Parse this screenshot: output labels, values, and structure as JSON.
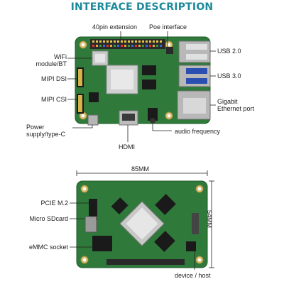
{
  "title": "INTERFACE DESCRIPTION",
  "top_board": {
    "labels": {
      "pin40": "40pin extension",
      "poe": "Poe interface",
      "wifi_1": "WiFi",
      "wifi_2": "module/BT",
      "mipi_dsi": "MIPI DSI",
      "mipi_csi": "MIPI CSI",
      "power_1": "Power",
      "power_2": "supply/type-C",
      "hdmi": "HDMI",
      "audio": "audio frequency",
      "usb2": "USB 2.0",
      "usb3": "USB 3.0",
      "eth_1": "Gigabit",
      "eth_2": "Ethernet port"
    }
  },
  "bottom_board": {
    "labels": {
      "width": "85MM",
      "height": "54MM",
      "pcie": "PCIE M.2",
      "sdcard": "Micro SDcard",
      "emmc": "eMMC socket",
      "device_host": "device / host"
    }
  },
  "colors": {
    "title": "#1c8a9a",
    "pcb": "#2f7a3a",
    "pcb_dark": "#1f5a28",
    "leader": "#222222"
  }
}
